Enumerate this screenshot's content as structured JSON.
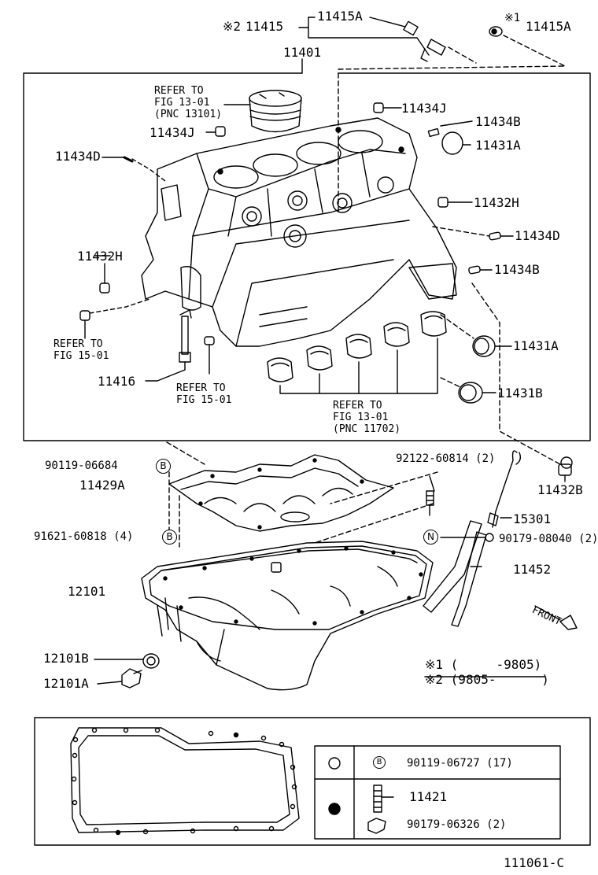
{
  "labels": {
    "top_kome2": "※2",
    "p11415": "11415",
    "p11415a_top": "11415A",
    "top_kome1": "※1",
    "p11415a_right": "11415A",
    "p11401": "11401",
    "refer_piston": "REFER TO\nFIG 13-01\n(PNC 13101)",
    "p11434j_right": "11434J",
    "p11434j_left": "11434J",
    "p11434b_top": "11434B",
    "p11431a_top": "11431A",
    "p11434d_left": "11434D",
    "p11432h_right": "11432H",
    "p11434d_right": "11434D",
    "p11432h_left": "11432H",
    "p11434b_mid": "11434B",
    "refer_left": "REFER TO\nFIG 15-01",
    "p11431a_mid": "11431A",
    "p11416": "11416",
    "refer_oilpump": "REFER TO\nFIG 15-01",
    "p11431b": "11431B",
    "refer_bearing": "REFER TO\nFIG 13-01\n(PNC 11702)",
    "p90119_06684": "90119-06684",
    "p11429a": "11429A",
    "p91621_60818": "91621-60818 (4)",
    "p92122_60814": "92122-60814 (2)",
    "p11432b": "11432B",
    "p15301": "15301",
    "p90179_08040": "90179-08040 (2)",
    "p11452": "11452",
    "p12101": "12101",
    "front": "FRONT",
    "p12101b": "12101B",
    "p12101a": "12101A",
    "note1": "※1 (     -9805)",
    "note2": "※2 (9805-      )",
    "legend_90119": "90119-06727 (17)",
    "legend_11421": "11421",
    "legend_90179": "90179-06326 (2)",
    "figure_code": "111061-C"
  },
  "badges": {
    "b": "B",
    "n": "N"
  },
  "legend_table": {
    "rows": [
      {
        "marker": "open-circle",
        "symbol": "B",
        "part": "90119-06727 (17)"
      },
      {
        "marker": "filled-circle",
        "part": "11421"
      },
      {
        "marker": "filled-circle",
        "part": "90179-06326 (2)"
      }
    ]
  },
  "icons": [
    "cylinder-block",
    "piston",
    "oil-pan",
    "oil-pan-baffle",
    "oil-dipstick",
    "dipstick-guide",
    "drain-plug",
    "gasket",
    "bolt",
    "stud"
  ]
}
